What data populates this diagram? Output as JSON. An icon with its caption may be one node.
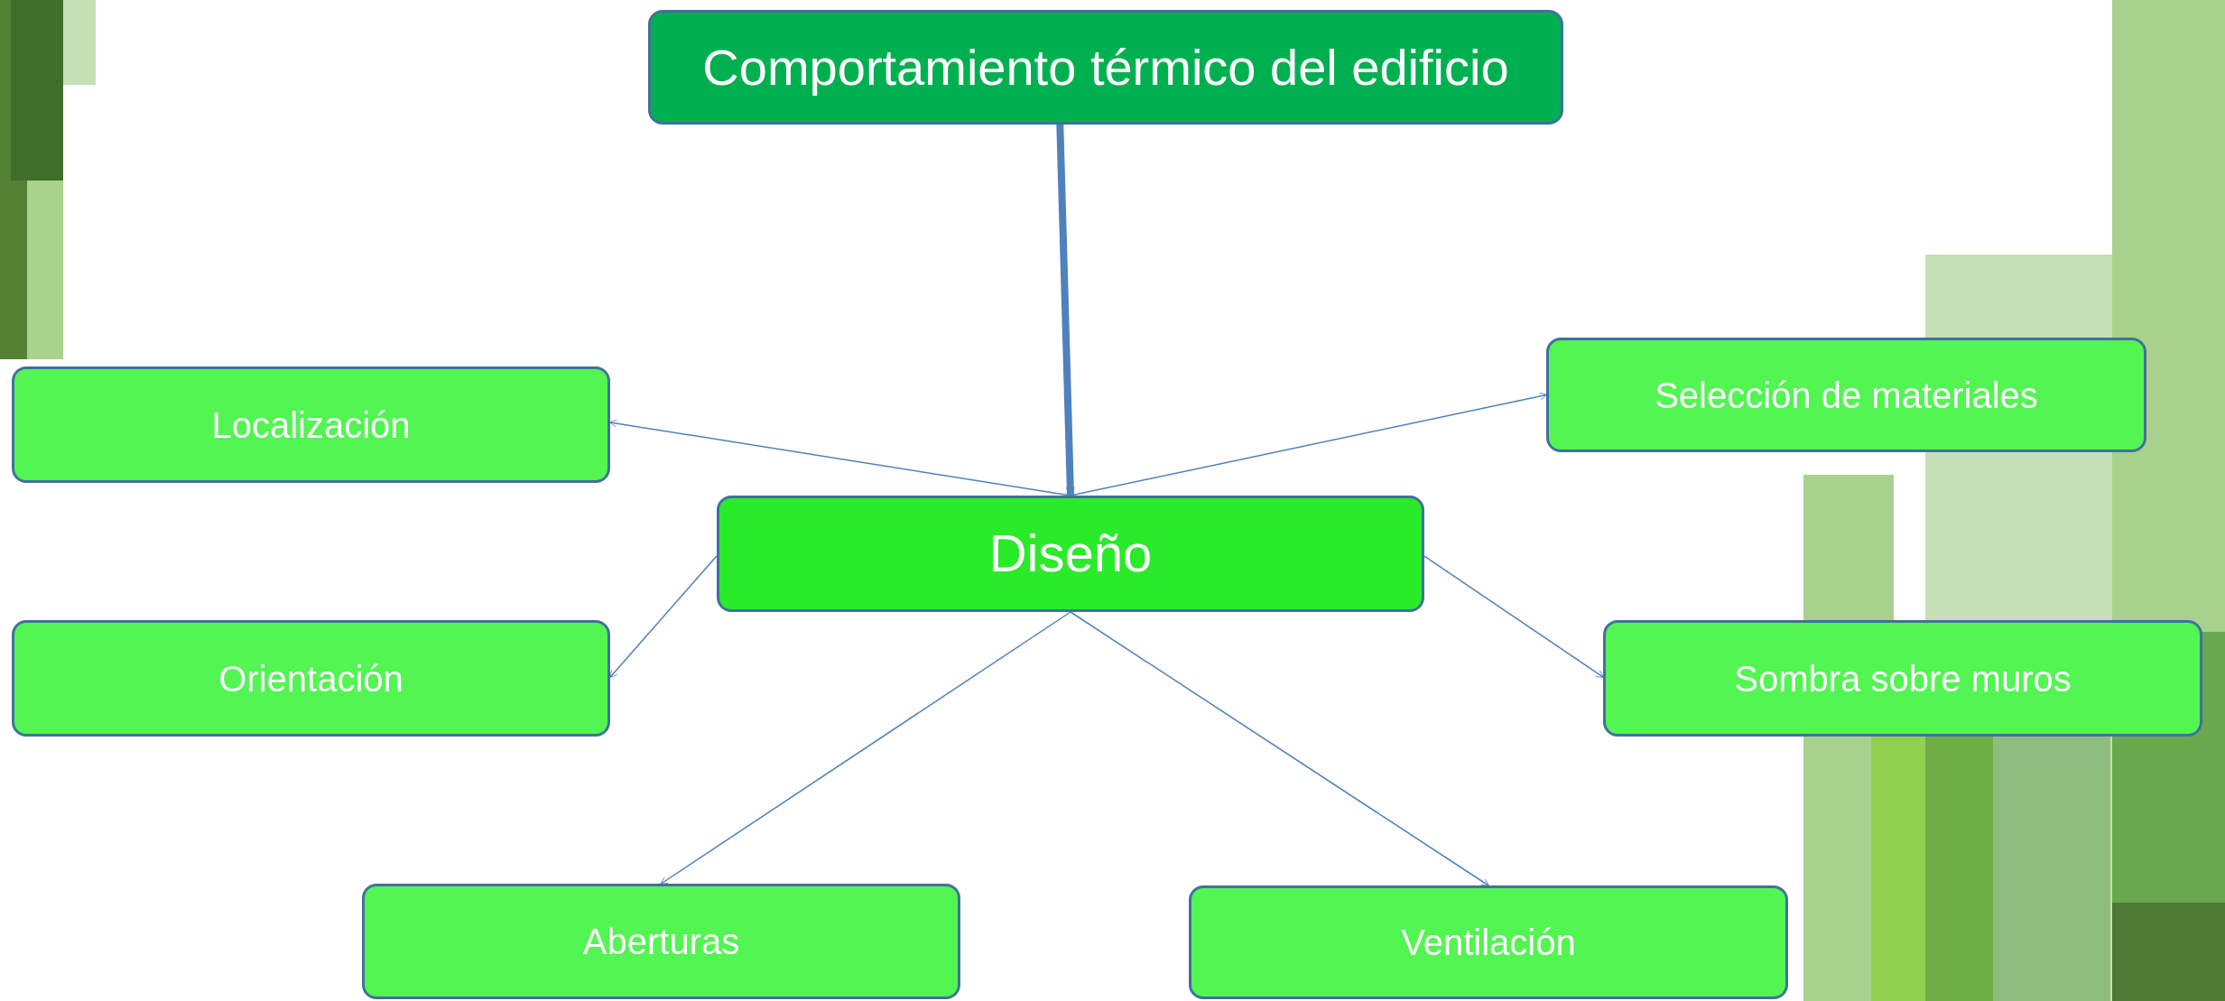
{
  "diagram": {
    "nodes": [
      {
        "text": [
          "Comportamiento térmico del edificio"
        ]
      },
      {
        "text": [
          "Diseño"
        ]
      },
      {
        "text": [
          "Localización"
        ]
      },
      {
        "text": [
          "Selección de materiales"
        ]
      },
      {
        "text": [
          "Orientación"
        ]
      },
      {
        "text": [
          "Sombra sobre muros"
        ]
      },
      {
        "text": [
          "Aberturas"
        ]
      },
      {
        "text": [
          "Ventilación"
        ]
      }
    ],
    "edges": [
      {
        "from": 0,
        "to": 1,
        "arrow": "to",
        "style": "thick"
      },
      {
        "from": 1,
        "to": 2,
        "arrow": "to"
      },
      {
        "from": 1,
        "to": 3,
        "arrow": "to"
      },
      {
        "from": 1,
        "to": 4,
        "arrow": "to"
      },
      {
        "from": 1,
        "to": 5,
        "arrow": "to"
      },
      {
        "from": 1,
        "to": 6,
        "arrow": "to"
      },
      {
        "from": 1,
        "to": 7,
        "arrow": "to"
      }
    ]
  }
}
